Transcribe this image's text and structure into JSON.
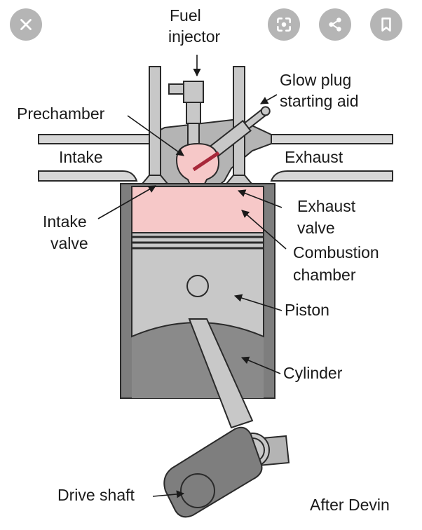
{
  "toolbar": {
    "close_icon": "close-icon",
    "lens_icon": "lens-search-icon",
    "share_icon": "share-icon",
    "bookmark_icon": "bookmark-icon"
  },
  "diagram": {
    "labels": {
      "fuel_injector": [
        "Fuel",
        "injector"
      ],
      "glow_plug": [
        "Glow plug",
        "starting aid"
      ],
      "prechamber": "Prechamber",
      "intake": "Intake",
      "exhaust": "Exhaust",
      "intake_valve": [
        "Intake",
        "valve"
      ],
      "exhaust_valve": [
        "Exhaust",
        "valve"
      ],
      "combustion_chamber": [
        "Combustion",
        "chamber"
      ],
      "piston": "Piston",
      "cylinder": "Cylinder",
      "drive_shaft": "Drive shaft",
      "credit": "After Devin"
    },
    "colors": {
      "chamber_pink": "#f6c8c8",
      "metal_light": "#c8c8c8",
      "metal_mid": "#b4b4b4",
      "metal_dark": "#7e7e7e",
      "outline": "#2a2a2a",
      "glow_tip": "#a8283a"
    }
  }
}
